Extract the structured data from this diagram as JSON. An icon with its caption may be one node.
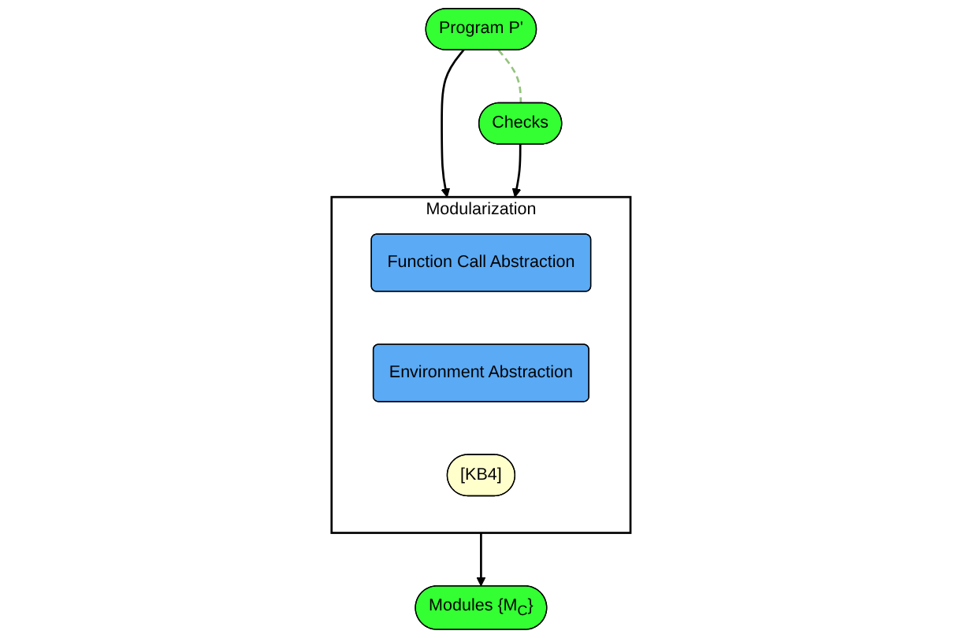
{
  "diagram": {
    "nodes": [
      {
        "text": [
          "Program P'"
        ]
      },
      {
        "text": [
          "Checks"
        ]
      },
      {
        "text": [
          "Modularization"
        ]
      },
      {
        "text": [
          "Function Call Abstraction"
        ],
        "in": 2
      },
      {
        "text": [
          "Environment Abstraction"
        ],
        "in": 2
      },
      {
        "text": [
          "[KB4]"
        ],
        "in": 2
      },
      {
        "text": [
          "Modules {M$_{C}$}"
        ]
      }
    ],
    "edges": [
      {
        "from": 0,
        "to": 1,
        "arrow": "none",
        "style": "dashed",
        "color": "#93c47d"
      },
      {
        "from": 0,
        "to": 2,
        "arrow": "to"
      },
      {
        "from": 1,
        "to": 2,
        "arrow": "to"
      },
      {
        "from": 2,
        "to": 6,
        "arrow": "to"
      }
    ]
  }
}
